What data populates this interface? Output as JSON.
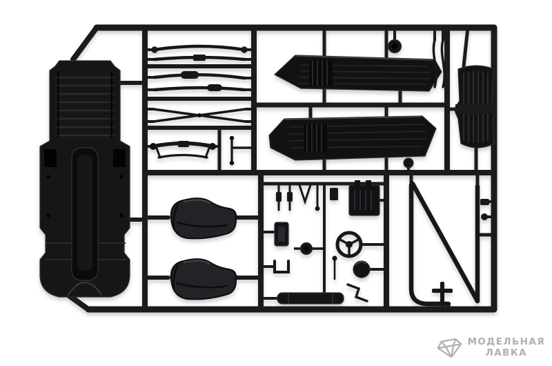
{
  "scene": {
    "subject": "black-plastic-model-kit-sprue",
    "colors": {
      "background": "#ffffff",
      "plastic": "#17171a",
      "plastic_highlight": "#3a3a3f",
      "watermark_gray": "#b0b0b0"
    },
    "parts": [
      "chassis-floor-pan",
      "leaf-spring-upper",
      "leaf-spring-lower",
      "exhaust-pipe-upper",
      "exhaust-pipe-lower",
      "crossed-tie-rods",
      "front-axle-assembly",
      "bed-side-panel-upper",
      "bed-side-panel-lower",
      "fuel-cap",
      "trim-strips",
      "radiator-grille",
      "seat-front",
      "seat-rear",
      "engine-block",
      "shock-absorbers",
      "steering-wheel",
      "pulley-axle",
      "muffler-bar",
      "windshield-frame",
      "small-brackets"
    ]
  },
  "watermark": {
    "line1": "МОДЕЛЬНАЯ",
    "line2": "ЛАВКА"
  }
}
